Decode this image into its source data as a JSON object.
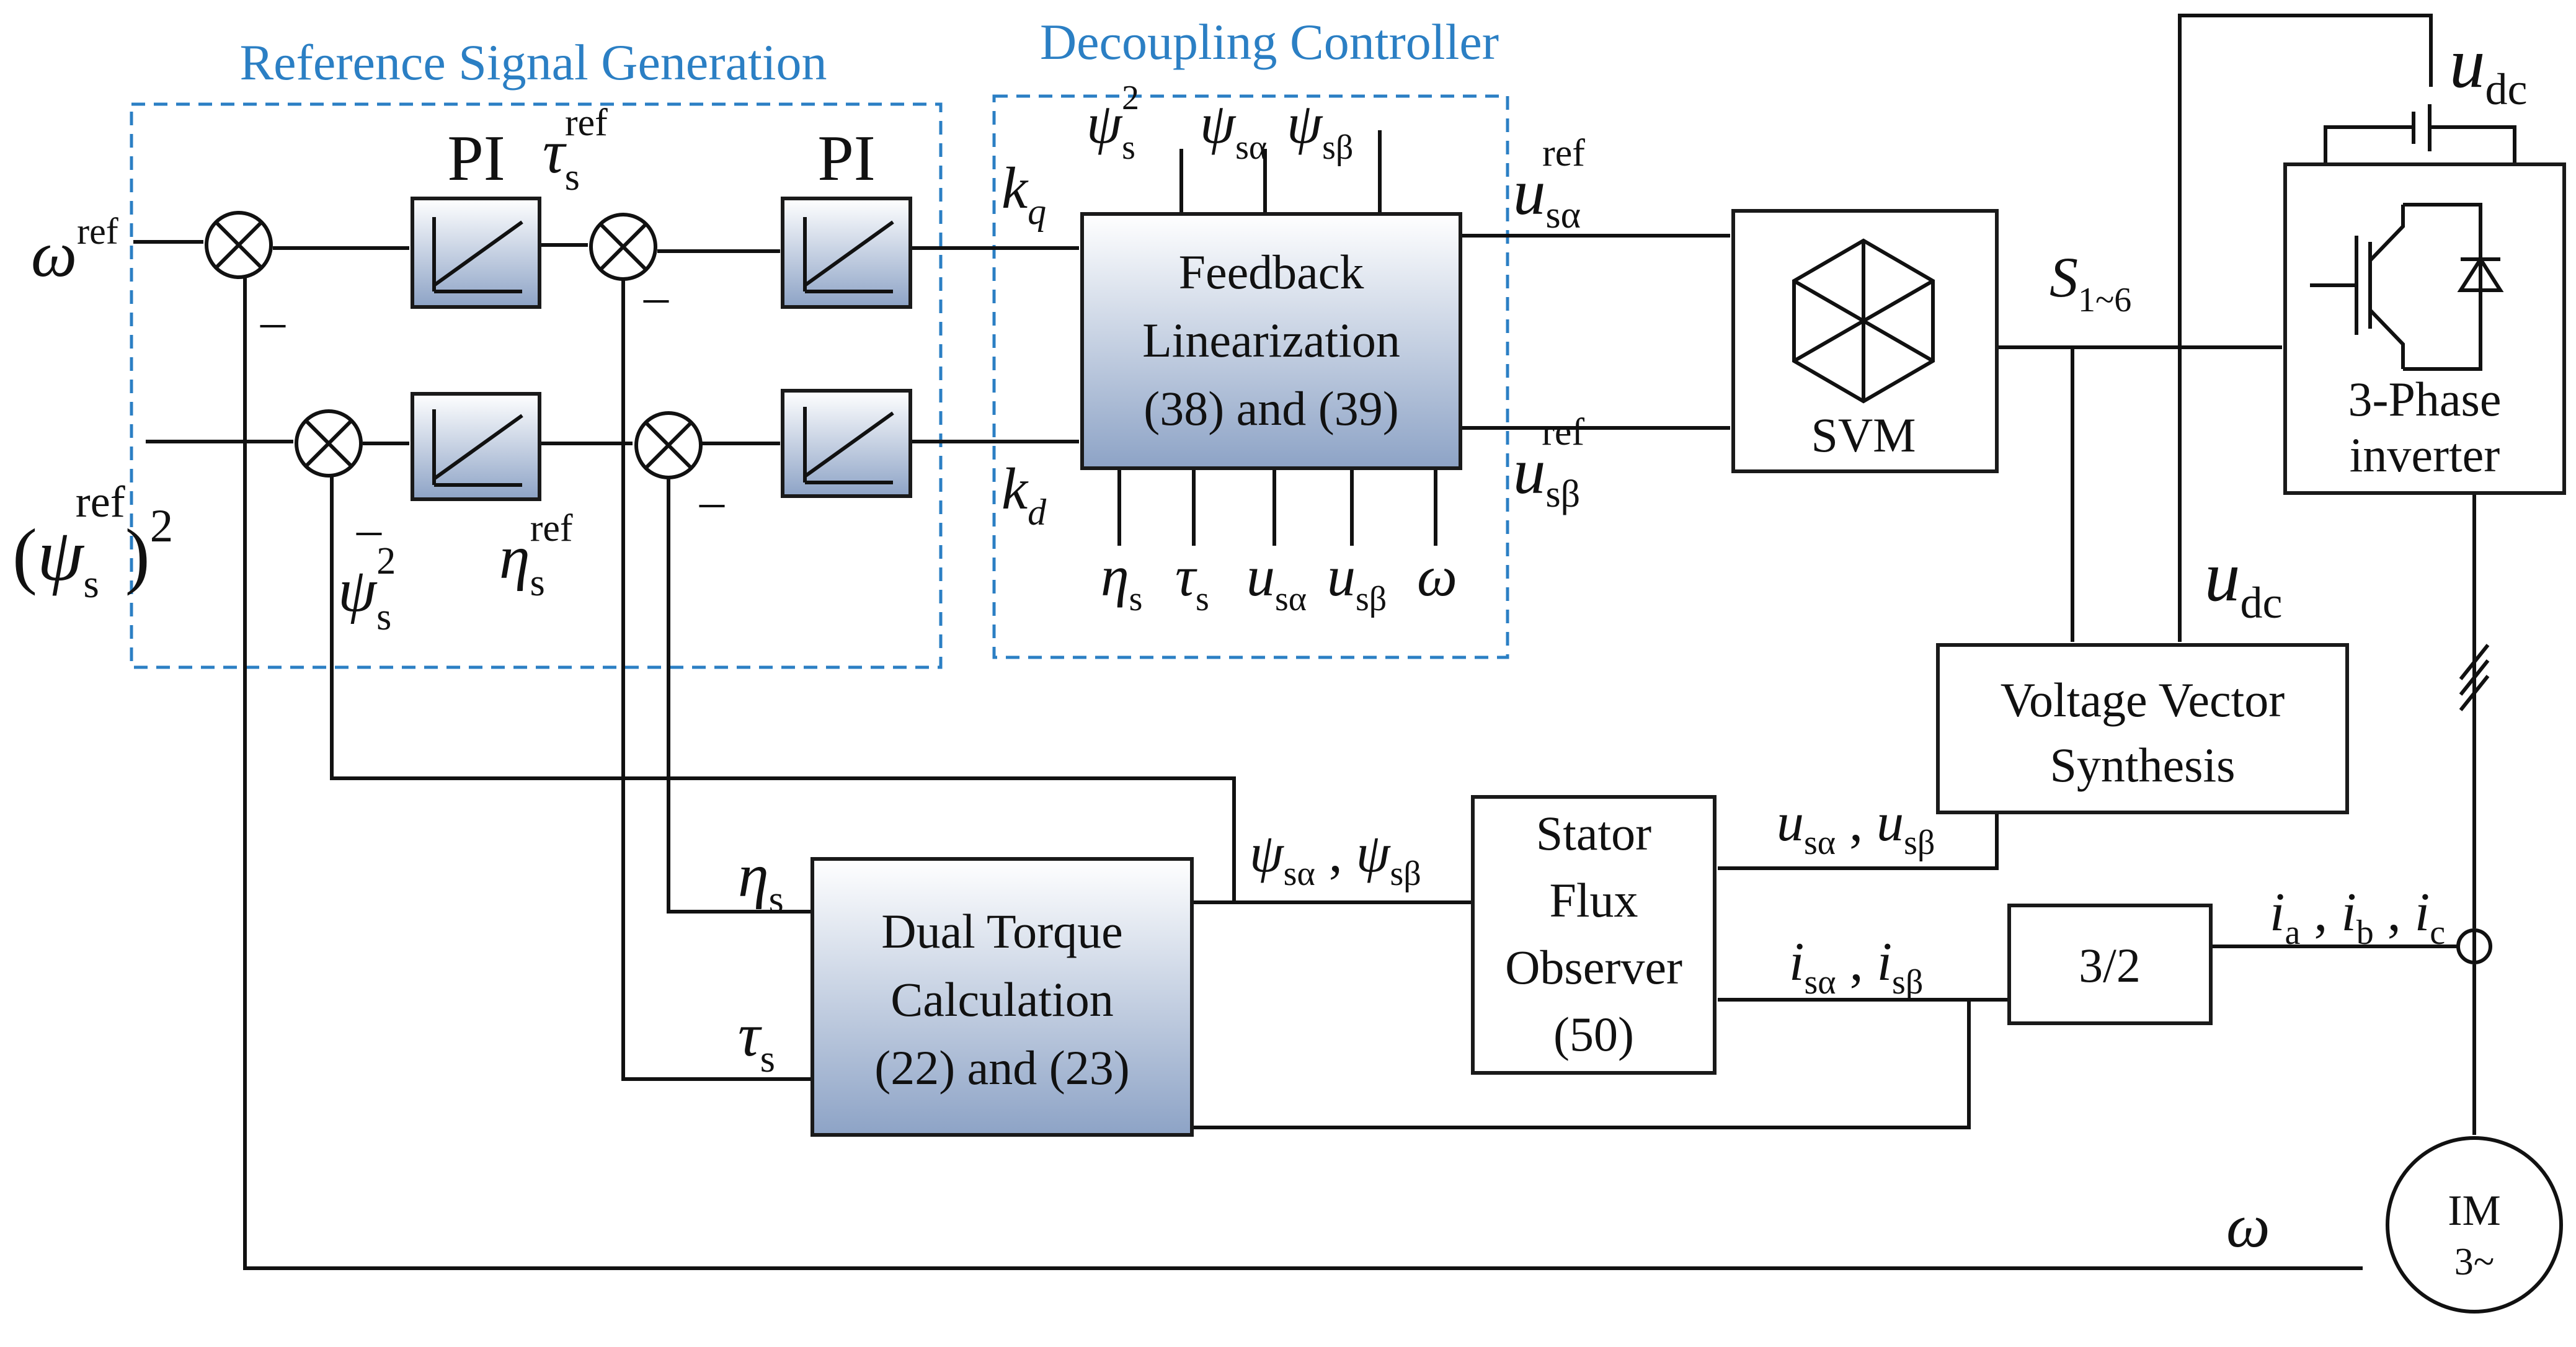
{
  "sections": {
    "reference_signal_generation": "Reference Signal Generation",
    "decoupling_controller": "Decoupling Controller"
  },
  "blocks": {
    "pi_upper_label": "PI",
    "pi_lower_label": "PI",
    "feedback_linearization": [
      "Feedback",
      "Linearization",
      "(38) and (39)"
    ],
    "svm": "SVM",
    "inverter": [
      "3-Phase",
      "inverter"
    ],
    "voltage_vector_synthesis": [
      "Voltage Vector",
      "Synthesis"
    ],
    "stator_flux_observer": [
      "Stator",
      "Flux",
      "Observer",
      "(50)"
    ],
    "dual_torque_calculation": [
      "Dual Torque",
      "Calculation",
      "(22) and (23)"
    ],
    "transform": "3/2",
    "motor": [
      "IM",
      "3~"
    ]
  },
  "signals": {
    "omega_ref": {
      "base": "ω",
      "sup": "ref"
    },
    "psi_ref_sq": {
      "open": "(",
      "base": "ψ",
      "sub": "s",
      "sup": "ref",
      "close": ")",
      "exp": "2"
    },
    "tau_ref": {
      "base": "τ",
      "sub": "s",
      "sup": "ref"
    },
    "eta_ref": {
      "base": "η",
      "sub": "s",
      "sup": "ref"
    },
    "psi_sq_fb": {
      "base": "ψ",
      "sub": "s",
      "sup": "2"
    },
    "minus": "–",
    "kq": {
      "base": "k",
      "sub": "q"
    },
    "kd": {
      "base": "k",
      "sub": "d"
    },
    "dc_top_inputs": [
      {
        "base": "ψ",
        "sub": "s",
        "sup": "2"
      },
      {
        "base": "ψ",
        "sub": "sα"
      },
      {
        "base": "ψ",
        "sub": "sβ"
      }
    ],
    "dc_bottom_inputs": [
      {
        "base": "η",
        "sub": "s"
      },
      {
        "base": "τ",
        "sub": "s"
      },
      {
        "base": "u",
        "sub": "sα"
      },
      {
        "base": "u",
        "sub": "sβ"
      },
      {
        "base": "ω"
      }
    ],
    "u_alpha_ref": {
      "base": "u",
      "sub": "sα",
      "sup": "ref"
    },
    "u_beta_ref": {
      "base": "u",
      "sub": "sβ",
      "sup": "ref"
    },
    "switches": {
      "base": "S",
      "sub": "1~6"
    },
    "udc_top": {
      "base": "u",
      "sub": "dc"
    },
    "udc_mid": {
      "base": "u",
      "sub": "dc"
    },
    "u_alpha_beta": {
      "a": "u",
      "a_sub": "sα",
      "sep": " , ",
      "b": "u",
      "b_sub": "sβ"
    },
    "i_alpha_beta": {
      "a": "i",
      "a_sub": "sα",
      "sep": " , ",
      "b": "i",
      "b_sub": "sβ"
    },
    "psi_alpha_beta": {
      "a": "ψ",
      "a_sub": "sα",
      "sep": " , ",
      "b": "ψ",
      "b_sub": "sβ"
    },
    "iabc": {
      "a": "i",
      "a_sub": "a",
      "b": "i",
      "b_sub": "b",
      "c": "i",
      "c_sub": "c",
      "sep": " , "
    },
    "eta_fb": {
      "base": "η",
      "sub": "s"
    },
    "tau_fb": {
      "base": "τ",
      "sub": "s"
    },
    "omega_fb": {
      "base": "ω"
    }
  },
  "colors": {
    "section_label": "#2b7fc4",
    "dashed_border": "#2b7fc4",
    "block_gradient_top": "#ffffff",
    "block_gradient_bottom": "#8da3c6",
    "line": "#111111"
  }
}
